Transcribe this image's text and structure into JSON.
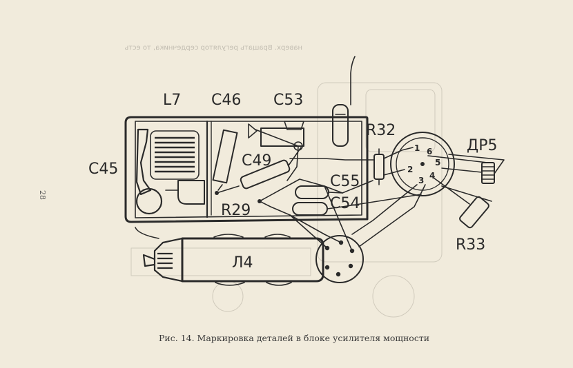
{
  "bleed_through_text": "наверх. Вращать регулятор сердечника, то есть",
  "page_number": "28",
  "caption": "Рис. 14. Маркировка деталей в блоке усилителя мощности",
  "labels": {
    "l7": "L7",
    "c46": "C46",
    "c53": "C53",
    "r32": "R32",
    "dr5": "ДР5",
    "c45": "C45",
    "c49": "C49",
    "c55": "C55",
    "c54": "C54",
    "r29": "R29",
    "r33": "R33",
    "l4": "Л4"
  },
  "socket_pins": [
    "1",
    "2",
    "3",
    "4",
    "5",
    "6"
  ],
  "colors": {
    "paper": "#f1ebdc",
    "ink": "#2a2a2a"
  }
}
